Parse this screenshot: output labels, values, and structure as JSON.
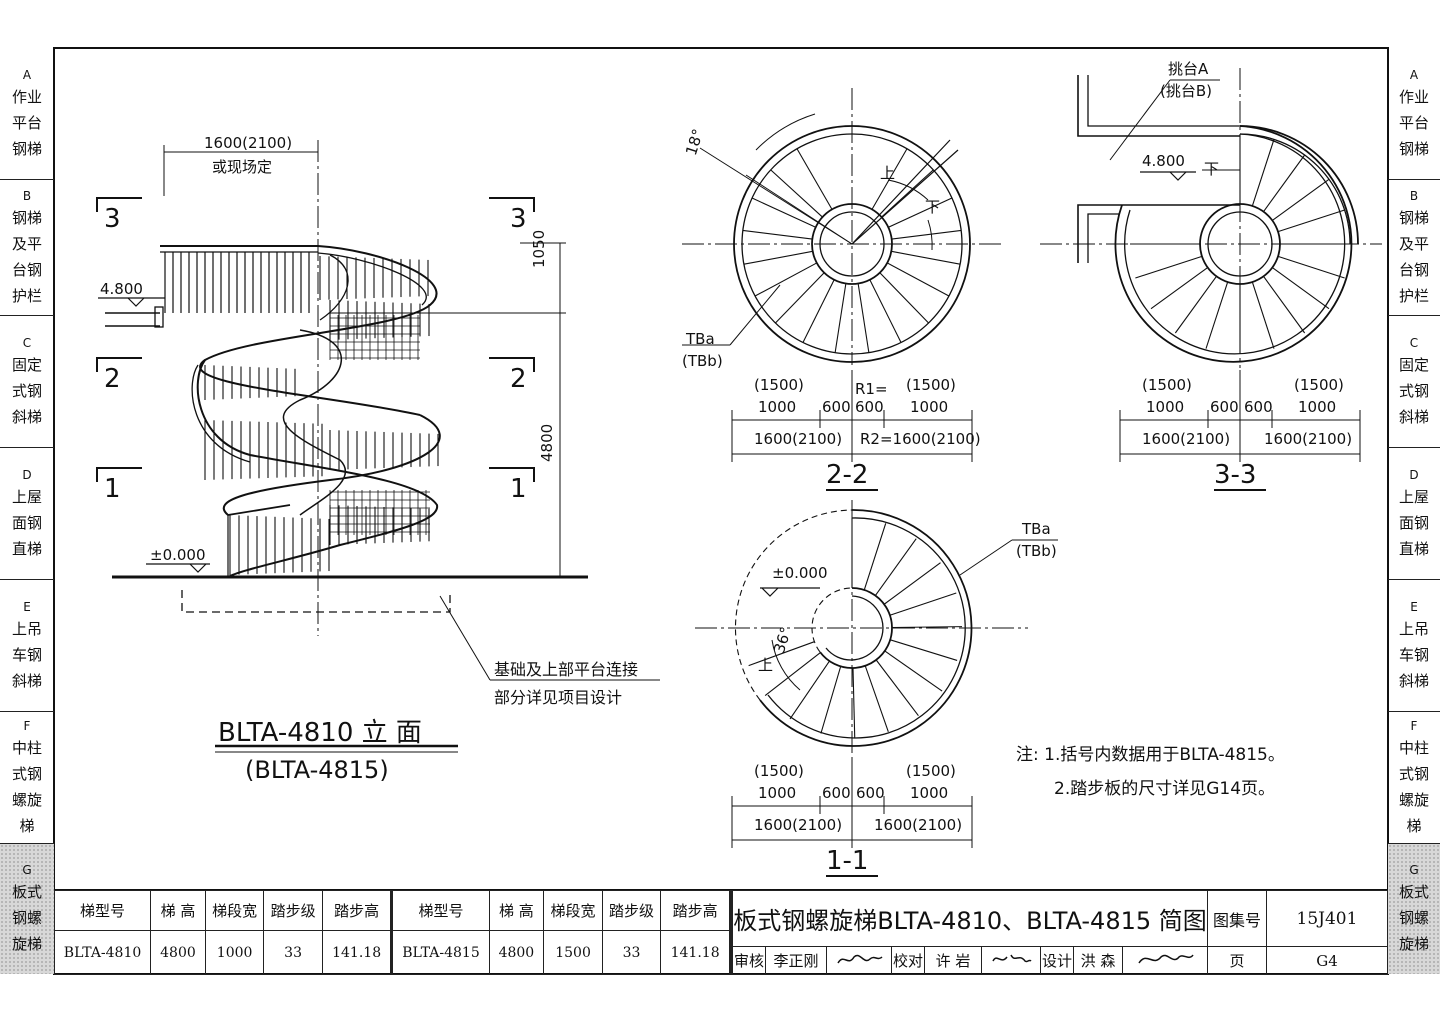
{
  "tabs": [
    {
      "letter": "A",
      "body": "作业\n平台\n钢梯"
    },
    {
      "letter": "B",
      "body": "钢梯\n及平\n台钢\n护栏"
    },
    {
      "letter": "C",
      "body": "固定\n式钢\n斜梯"
    },
    {
      "letter": "D",
      "body": "上屋\n面钢\n直梯"
    },
    {
      "letter": "E",
      "body": "上吊\n车钢\n斜梯"
    },
    {
      "letter": "F",
      "body": "中柱\n式钢\n螺旋\n梯"
    },
    {
      "letter": "G",
      "body": "板式\n钢螺\n旋梯"
    }
  ],
  "active_tab": "G",
  "elevation": {
    "top_dim": "1600(2100)",
    "top_dim_note": "或现场定",
    "level_top": "4.800",
    "level_base": "±0.000",
    "section_3": "3",
    "section_2": "2",
    "section_1": "1",
    "dim_1050": "1050",
    "dim_4800": "4800",
    "foundation_note_1": "基础及上部平台连接",
    "foundation_note_2": "部分详见项目设计",
    "title": "BLTA-4810 立 面",
    "subtitle": "(BLTA-4815)"
  },
  "plan_2_2": {
    "angle": "18°",
    "up": "上",
    "down": "下",
    "tb_a": "TBa",
    "tb_b": "(TBb)",
    "d1a": "(1500)",
    "d1b": "1000",
    "d2": "600",
    "r1": "R1=",
    "r1v": "600",
    "d3a": "(1500)",
    "d3b": "1000",
    "t1": "1600(2100)",
    "t2": "R2=1600(2100)",
    "label": "2-2"
  },
  "plan_3_3": {
    "platform_a": "挑台A",
    "platform_b": "(挑台B)",
    "level": "4.800",
    "down": "下",
    "d1a": "(1500)",
    "d1b": "1000",
    "d2": "600",
    "d3": "600",
    "d4a": "(1500)",
    "d4b": "1000",
    "t1": "1600(2100)",
    "t2": "1600(2100)",
    "label": "3-3"
  },
  "plan_1_1": {
    "level": "±0.000",
    "angle": "36°",
    "up": "上",
    "tb_a": "TBa",
    "tb_b": "(TBb)",
    "d1a": "(1500)",
    "d1b": "1000",
    "d2": "600",
    "d3": "600",
    "d4a": "(1500)",
    "d4b": "1000",
    "t1": "1600(2100)",
    "t2": "1600(2100)",
    "label": "1-1"
  },
  "notes": {
    "n1": "注: 1.括号内数据用于BLTA-4815。",
    "n2": "2.踏步板的尺寸详见G14页。"
  },
  "table": {
    "headers": [
      "梯型号",
      "梯 高",
      "梯段宽",
      "踏步级",
      "踏步高"
    ],
    "rows": [
      [
        "BLTA-4810",
        "4800",
        "1000",
        "33",
        "141.18"
      ],
      [
        "BLTA-4815",
        "4800",
        "1500",
        "33",
        "141.18"
      ]
    ]
  },
  "title_block": {
    "title": "板式钢螺旋梯BLTA-4810、BLTA-4815 简图",
    "atlas_label": "图集号",
    "atlas_no": "15J401",
    "page_label": "页",
    "page_no": "G4",
    "review_label": "审核",
    "reviewer": "李正刚",
    "check_label": "校对",
    "checker": "许 岩",
    "design_label": "设计",
    "designer": "洪 森"
  }
}
